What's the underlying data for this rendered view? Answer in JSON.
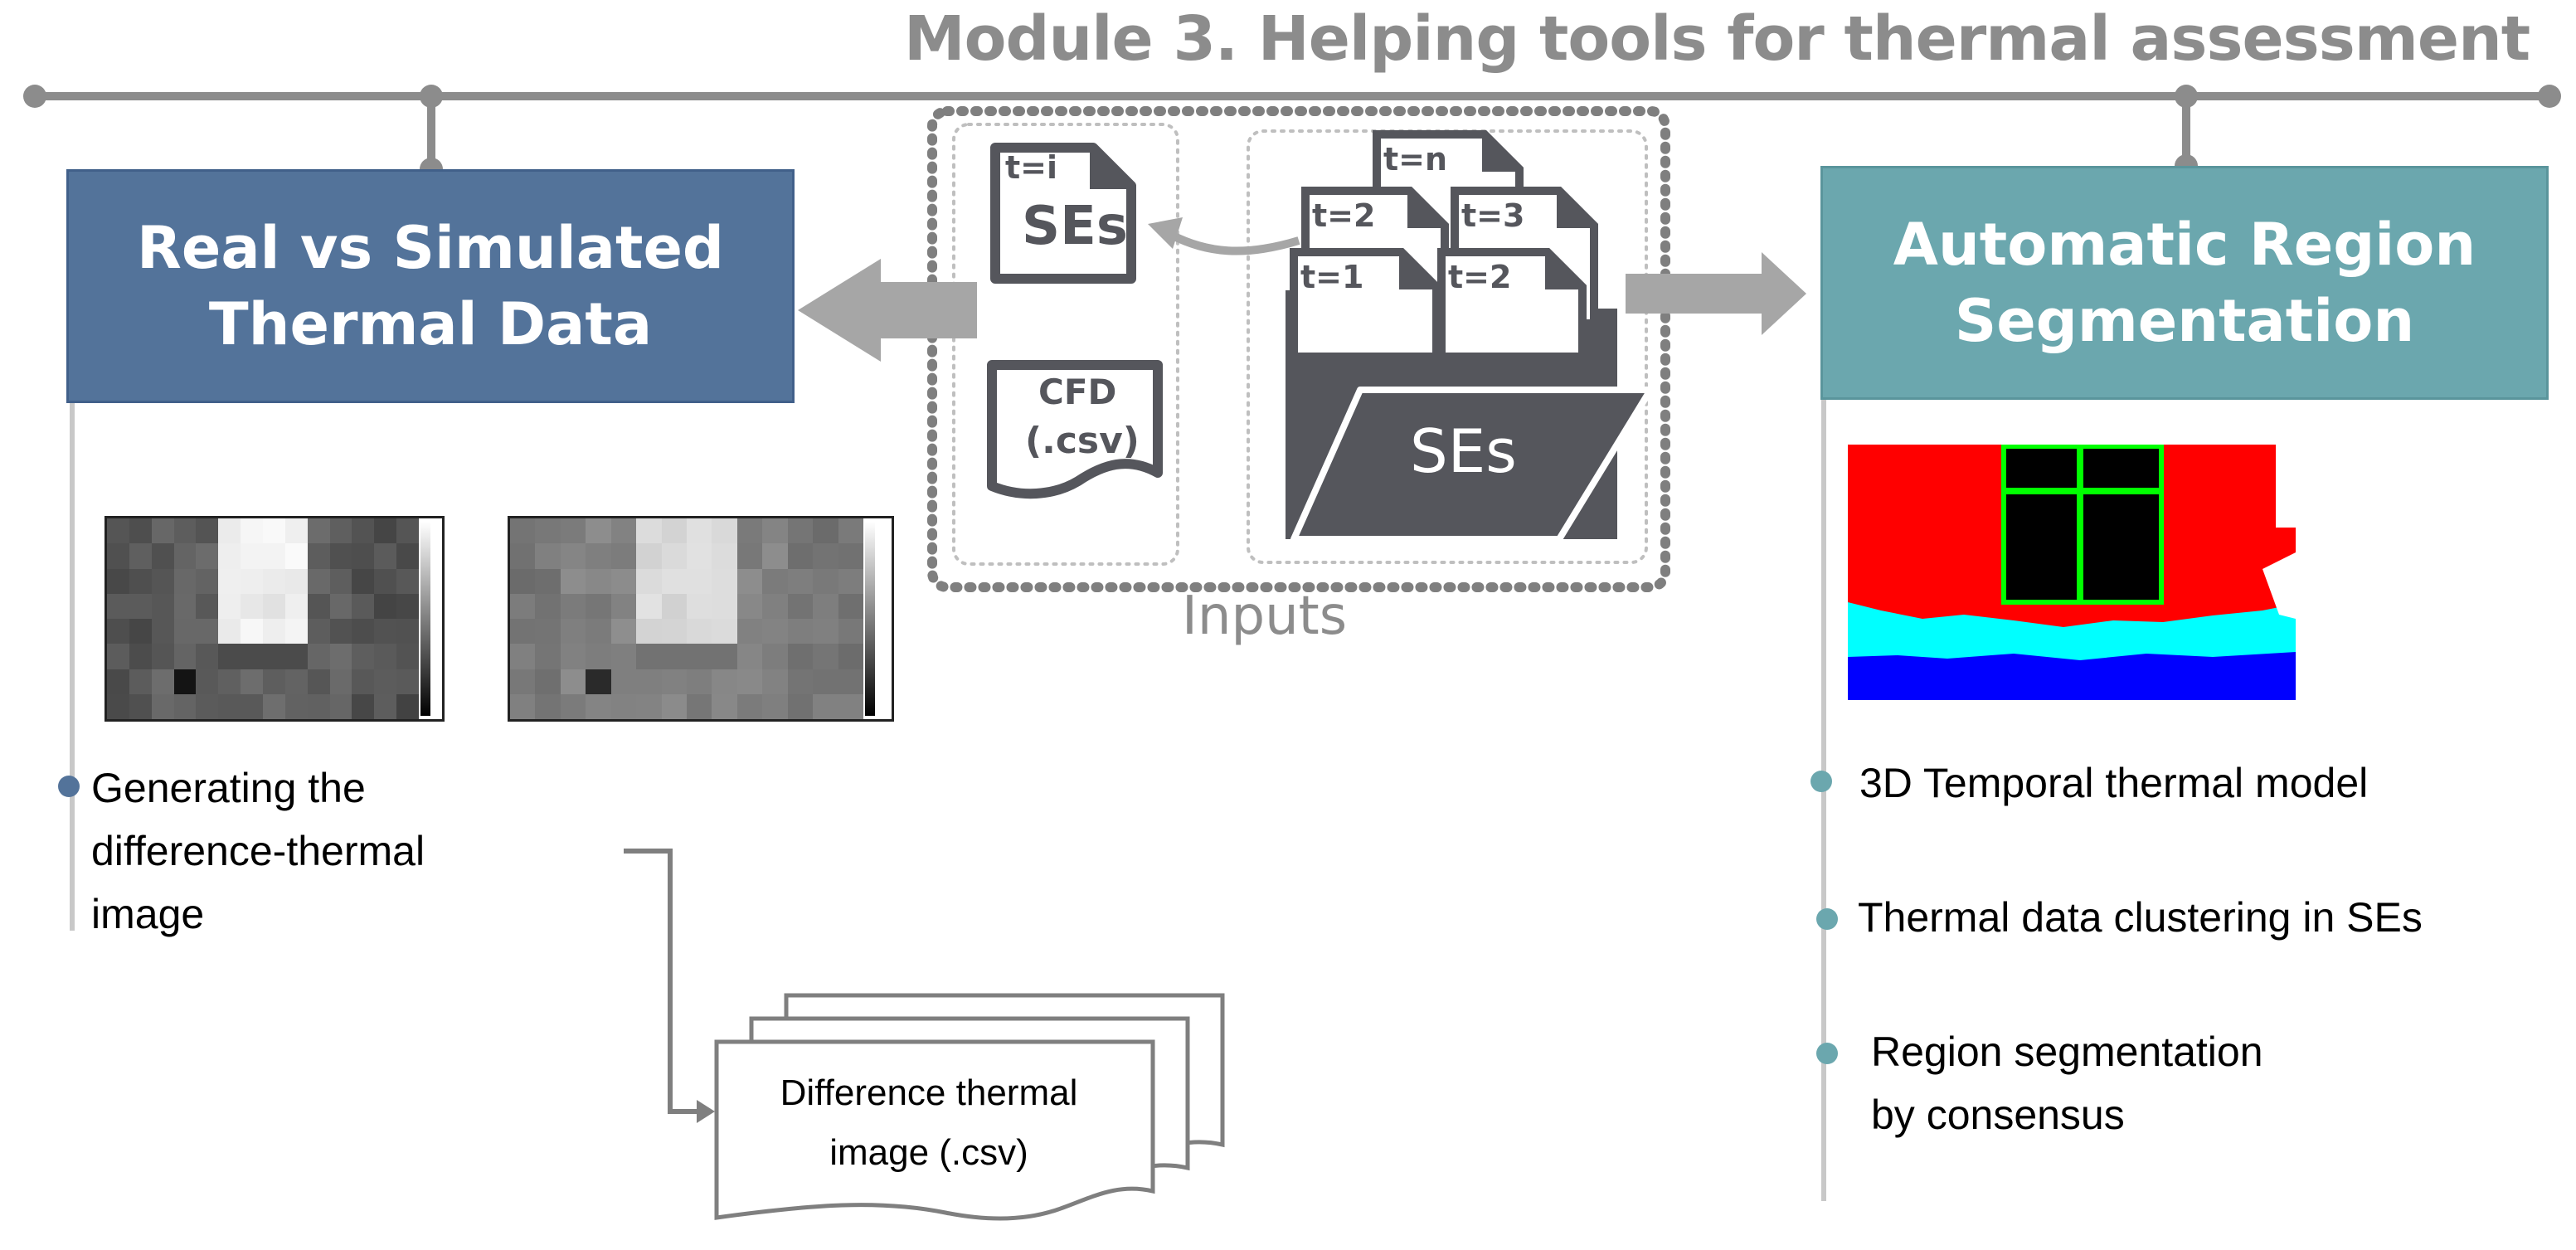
{
  "title": "Module 3. Helping tools for thermal assessment",
  "left_box": {
    "line1": "Real vs Simulated",
    "line2": "Thermal Data"
  },
  "right_box": {
    "line1": "Automatic Region",
    "line2": "Segmentation"
  },
  "inputs": {
    "label": "Inputs",
    "ses_doc_time": "t=i",
    "ses_doc_label": "SEs",
    "cfd_doc_line1": "CFD",
    "cfd_doc_line2": "(.csv)",
    "folder_label": "SEs",
    "folder_tabs": [
      "t=n",
      "t=2",
      "t=3",
      "t=1",
      "t=2"
    ]
  },
  "left_bullets": [
    {
      "lines": [
        "Generating the",
        "difference-thermal",
        "image"
      ]
    }
  ],
  "difference_doc": {
    "line1": "Difference thermal",
    "line2": "image (.csv)"
  },
  "right_bullets": [
    {
      "lines": [
        "3D Temporal thermal model"
      ]
    },
    {
      "lines": [
        "Thermal data clustering in SEs"
      ]
    },
    {
      "lines": [
        "Region segmentation",
        "by consensus"
      ]
    }
  ],
  "colors": {
    "timeline": "#8c8c8c",
    "left_box": "#53739a",
    "right_box": "#6ba7ae",
    "left_bullet": "#53739a",
    "right_bullet": "#6ba7ae",
    "doc_icon": "#55565c",
    "arrow": "#a6a6a6",
    "segmentation_red": "#ff0000",
    "segmentation_cyan": "#00ffff",
    "segmentation_blue": "#0000ff",
    "segmentation_window": "#000000",
    "segmentation_frame": "#00ff00"
  }
}
